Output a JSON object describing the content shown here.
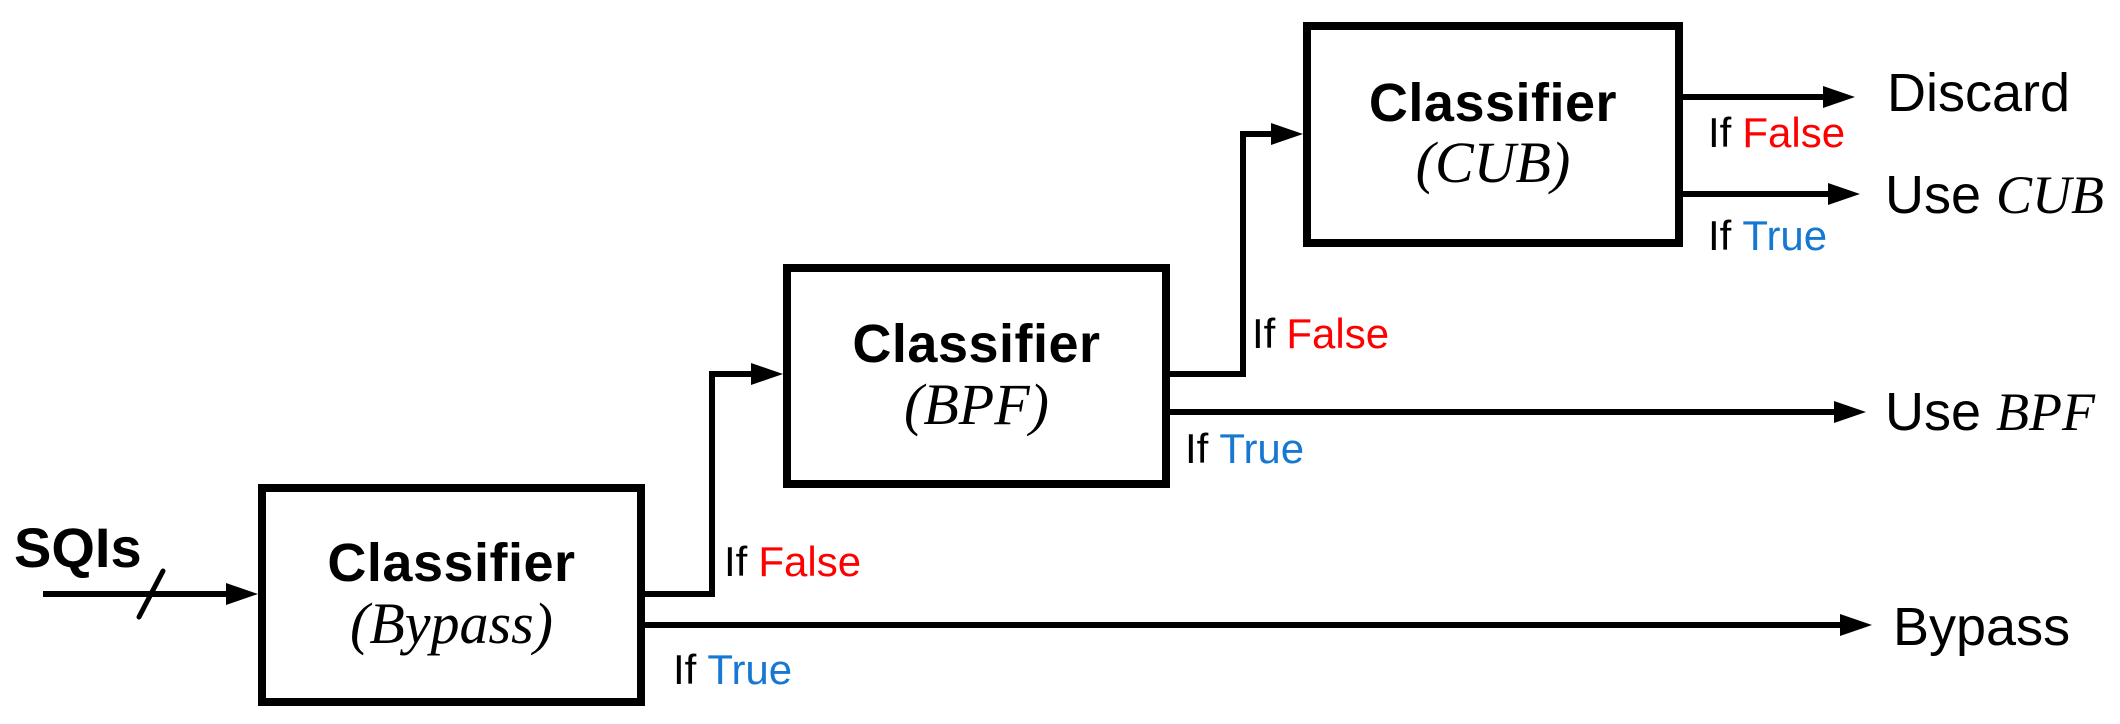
{
  "diagram": {
    "input_label": "SQIs",
    "if_word": "If",
    "true_word": "True",
    "false_word": "False",
    "nodes": [
      {
        "title": "Classifier",
        "param": "(Bypass)"
      },
      {
        "title": "Classifier",
        "param": "(BPF)"
      },
      {
        "title": "Classifier",
        "param": "(CUB)"
      }
    ],
    "outputs": {
      "discard": {
        "prefix": "Discard",
        "term": ""
      },
      "use_cub": {
        "prefix": "Use ",
        "term": "CUB"
      },
      "use_bpf": {
        "prefix": "Use ",
        "term": "BPF"
      },
      "bypass": {
        "prefix": "Bypass",
        "term": ""
      }
    },
    "colors": {
      "line": "#000000",
      "true": "#1778d2",
      "false": "#ff0000"
    }
  }
}
